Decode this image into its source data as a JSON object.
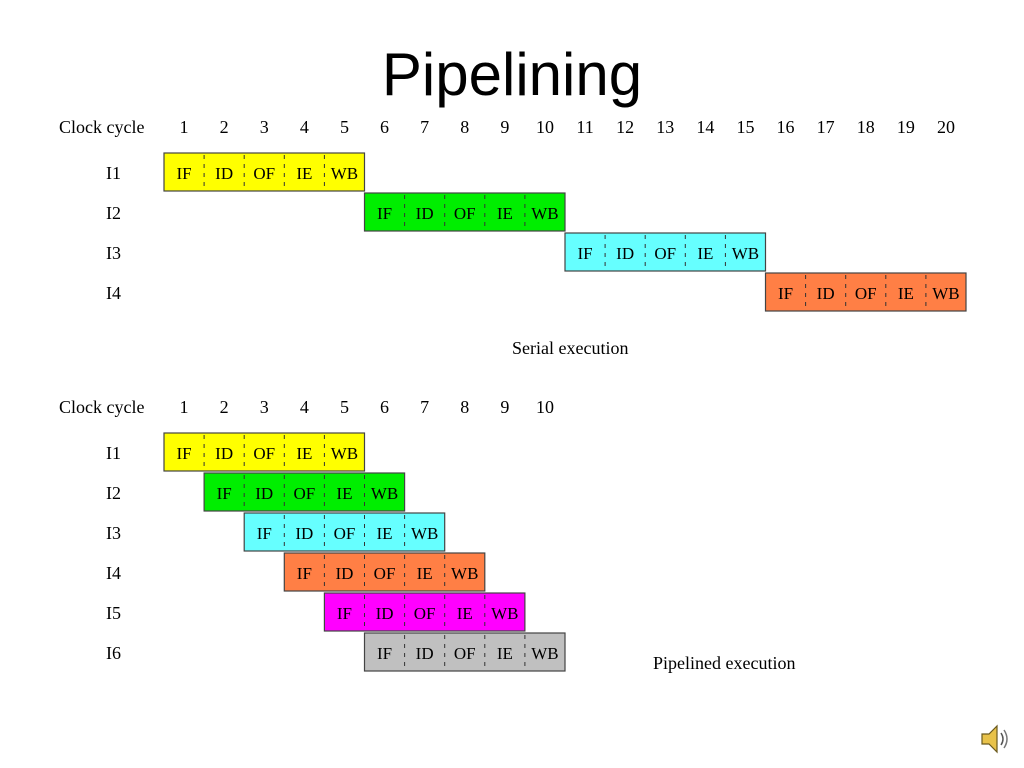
{
  "title": "Pipelining",
  "stages": [
    "IF",
    "ID",
    "OF",
    "IE",
    "WB"
  ],
  "colors": {
    "yellow": "#FFFF00",
    "green": "#00EE00",
    "cyan": "#66FFFF",
    "orange": "#FF7F45",
    "magenta": "#FF00FF",
    "gray": "#C0C0C0"
  },
  "serial": {
    "axis_label": "Clock cycle",
    "cycles": [
      "1",
      "2",
      "3",
      "4",
      "5",
      "6",
      "7",
      "8",
      "9",
      "10",
      "11",
      "12",
      "13",
      "14",
      "15",
      "16",
      "17",
      "18",
      "19",
      "20"
    ],
    "caption": "Serial execution",
    "rows": [
      {
        "label": "I1",
        "start": 1,
        "color": "yellow"
      },
      {
        "label": "I2",
        "start": 6,
        "color": "green"
      },
      {
        "label": "I3",
        "start": 11,
        "color": "cyan"
      },
      {
        "label": "I4",
        "start": 16,
        "color": "orange"
      }
    ]
  },
  "pipelined": {
    "axis_label": "Clock cycle",
    "cycles": [
      "1",
      "2",
      "3",
      "4",
      "5",
      "6",
      "7",
      "8",
      "9",
      "10"
    ],
    "caption": "Pipelined execution",
    "rows": [
      {
        "label": "I1",
        "start": 1,
        "color": "yellow"
      },
      {
        "label": "I2",
        "start": 2,
        "color": "green"
      },
      {
        "label": "I3",
        "start": 3,
        "color": "cyan"
      },
      {
        "label": "I4",
        "start": 4,
        "color": "orange"
      },
      {
        "label": "I5",
        "start": 5,
        "color": "magenta"
      },
      {
        "label": "I6",
        "start": 6,
        "color": "gray"
      }
    ]
  },
  "icons": {
    "speaker": "speaker-icon"
  }
}
